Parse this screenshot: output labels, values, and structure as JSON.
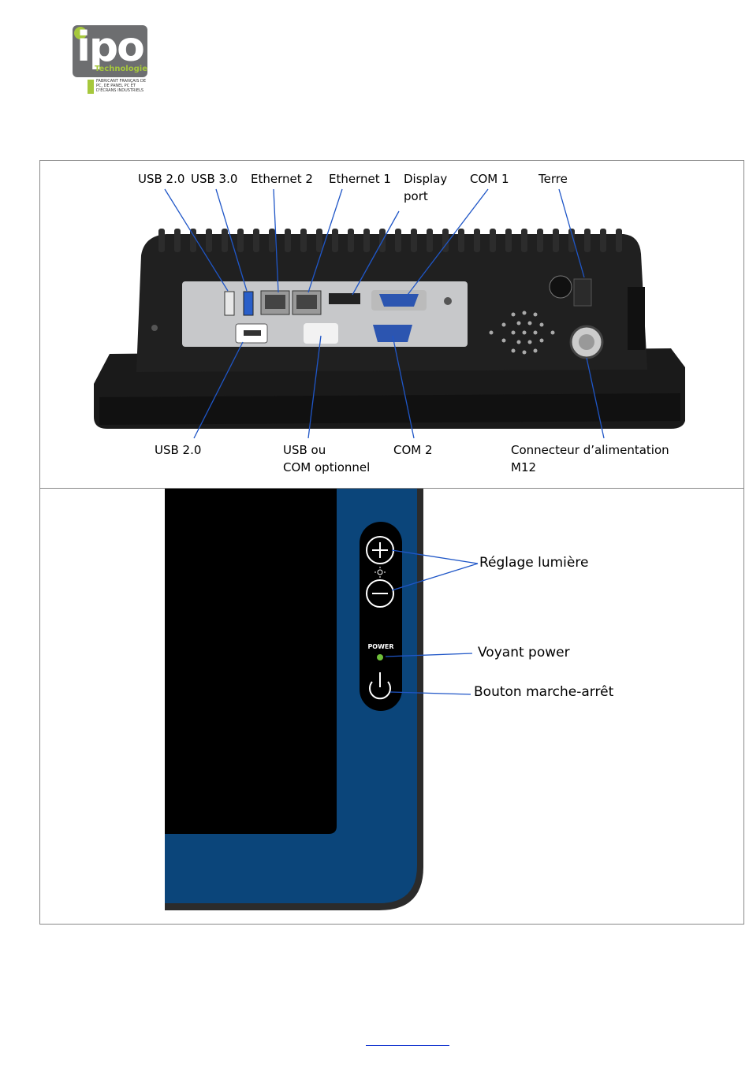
{
  "logo": {
    "text": "ipo",
    "subtitle": "Technologie",
    "tagline": "FABRICANT FRANÇAIS DE PC, DE PANEL PC ET D'ÉCRANS INDUSTRIELS",
    "colors": {
      "green": "#a6c83c",
      "gray": "#6d6e70"
    }
  },
  "top_panel": {
    "labels_top": {
      "usb20": "USB 2.0",
      "usb30": "USB 3.0",
      "eth2": "Ethernet 2",
      "eth1": "Ethernet 1",
      "display_line1": "Display",
      "display_line2": "port",
      "com1": "COM 1",
      "terre": "Terre"
    },
    "labels_bottom": {
      "usb20": "USB 2.0",
      "usb_com_line1": "USB ou",
      "usb_com_line2": "COM optionnel",
      "com2": "COM 2",
      "power_line1": "Connecteur d’alimentation",
      "power_line2": "M12"
    }
  },
  "bottom_panel": {
    "brightness": "Réglage lumière",
    "power_led": "Voyant power",
    "power_button": "Bouton marche-arrêt",
    "power_text": "POWER",
    "colors": {
      "bezel": "#0b457a",
      "led": "#6fbf3a"
    }
  },
  "footer": {
    "link": ""
  }
}
